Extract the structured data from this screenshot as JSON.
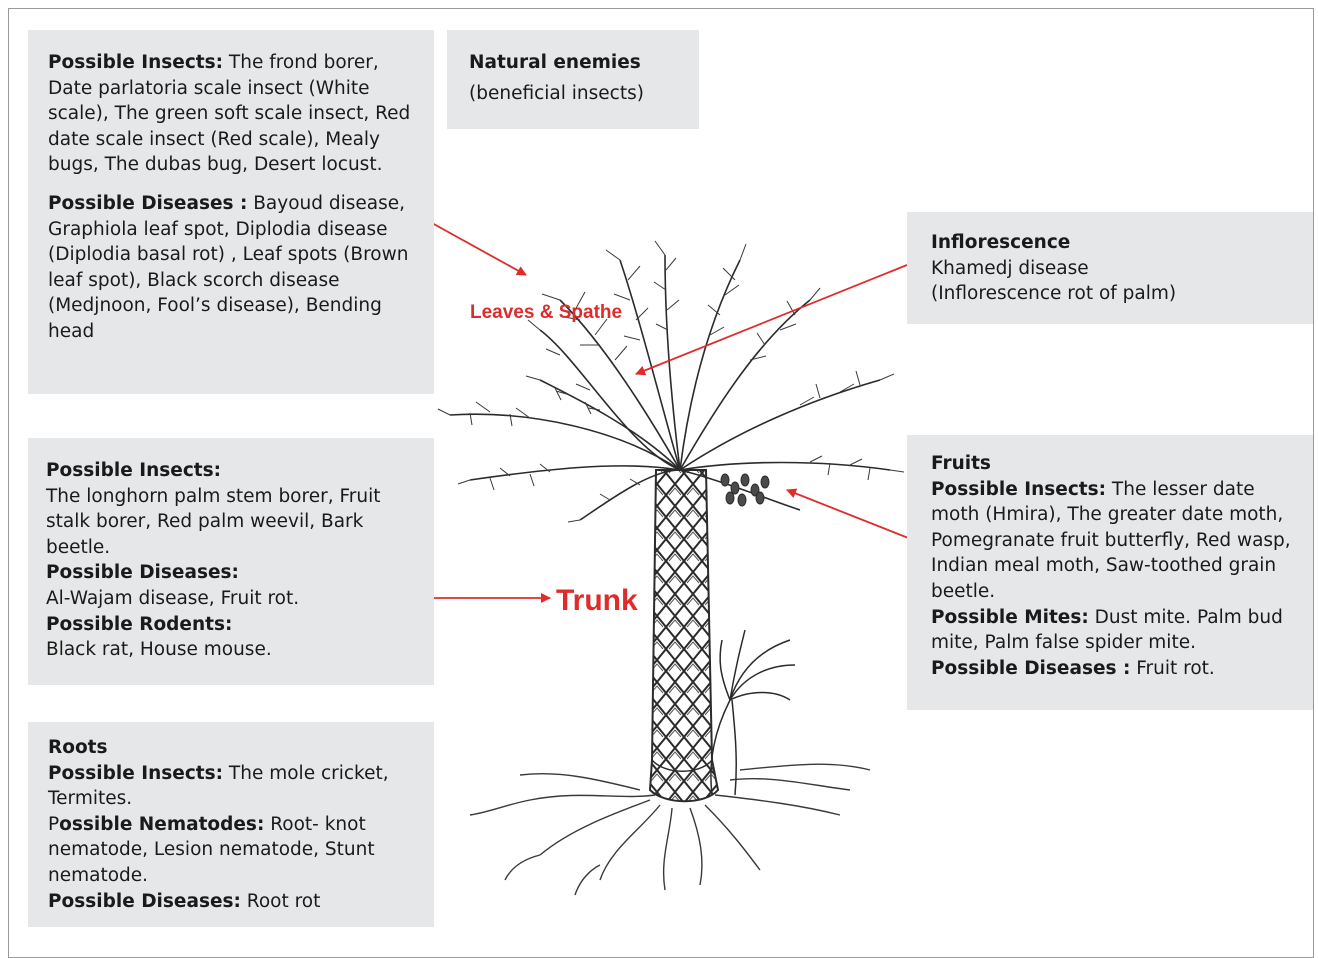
{
  "natural": {
    "title": "Natural enemies",
    "sub": "(beneficial insects)"
  },
  "leaves": {
    "insects_label": "Possible Insects:",
    "insects_text": " The frond borer, Date parlatoria scale insect (White scale), The green soft scale insect, Red date scale insect (Red scale), Mealy bugs, The dubas bug, Desert locust.",
    "diseases_label": "Possible Diseases :",
    "diseases_text": " Bayoud disease, Graphiola leaf spot, Diplodia disease (Diplodia basal rot) , Leaf spots (Brown leaf spot), Black scorch disease (Medjnoon, Fool’s disease), Bending head"
  },
  "inflorescence": {
    "title": "Inflorescence",
    "line1": "Khamedj disease",
    "line2": "(Inflorescence rot of palm)"
  },
  "trunk": {
    "insects_label": "Possible Insects:",
    "insects_text": "The longhorn palm stem borer, Fruit stalk borer, Red palm weevil, Bark beetle.",
    "diseases_label": "Possible Diseases:",
    "diseases_text": "Al-Wajam disease, Fruit rot.",
    "rodents_label": "Possible Rodents:",
    "rodents_text": "Black rat, House mouse."
  },
  "fruits": {
    "title": "Fruits",
    "insects_label": "Possible Insects:",
    "insects_text": " The lesser date moth (Hmira), The greater date moth, Pomegranate fruit butterfly, Red wasp, Indian meal moth, Saw-toothed grain beetle.",
    "mites_label": "Possible Mites:",
    "mites_text": " Dust mite. Palm bud mite, Palm false spider mite.",
    "diseases_label": "Possible Diseases :",
    "diseases_text": " Fruit rot."
  },
  "roots": {
    "title": "Roots",
    "insects_label": "Possible Insects:",
    "insects_text": " The mole cricket, Termites.",
    "nematodes_prefix": "P",
    "nematodes_label": "ossible Nematodes:",
    "nematodes_text": " Root- knot nematode, Lesion nematode, Stunt nematode.",
    "diseases_label": "Possible Diseases:",
    "diseases_text": " Root rot"
  },
  "labels": {
    "leaves_spathe": "Leaves & Spathe",
    "trunk": "Trunk"
  },
  "colors": {
    "arrow": "#e02b2b",
    "box": "#e6e7e8",
    "frame": "#9a9a9a"
  }
}
